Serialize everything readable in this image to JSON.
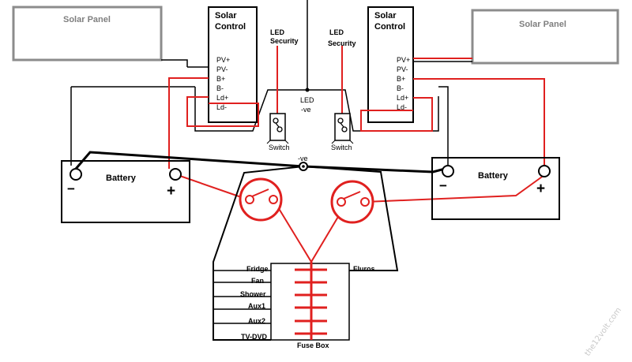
{
  "panels": {
    "left_label": "Solar Panel",
    "right_label": "Solar Panel"
  },
  "controllers": {
    "left": {
      "title_line1": "Solar",
      "title_line2": "Control",
      "pins": [
        "PV+",
        "PV-",
        "B+",
        "B-",
        "Ld+",
        "Ld-"
      ]
    },
    "right": {
      "title_line1": "Solar",
      "title_line2": "Control",
      "pins": [
        "PV+",
        "PV-",
        "B+",
        "B-",
        "Ld+",
        "Ld-"
      ]
    }
  },
  "led_security": {
    "left_line1": "LED",
    "left_line2": "Security",
    "right_line1": "LED",
    "right_line2": "Security"
  },
  "led_ve": {
    "line1": "LED",
    "line2": "-ve"
  },
  "switches": {
    "left": "Switch",
    "right": "Switch"
  },
  "negative_label": "-ve",
  "batteries": {
    "left": {
      "label": "Battery",
      "minus": "−",
      "plus": "+"
    },
    "right": {
      "label": "Battery",
      "minus": "−",
      "plus": "+"
    }
  },
  "circuits": [
    "Fridge",
    "Fan",
    "Shower",
    "Aux1",
    "Aux2",
    "TV-DVD"
  ],
  "fluros": "Fluros",
  "fuse_box": "Fuse Box",
  "watermark": "the12volt.com",
  "colors": {
    "wire_red": "#e0201f",
    "wire_black": "#000000",
    "panel_border": "#8c8c8c"
  }
}
